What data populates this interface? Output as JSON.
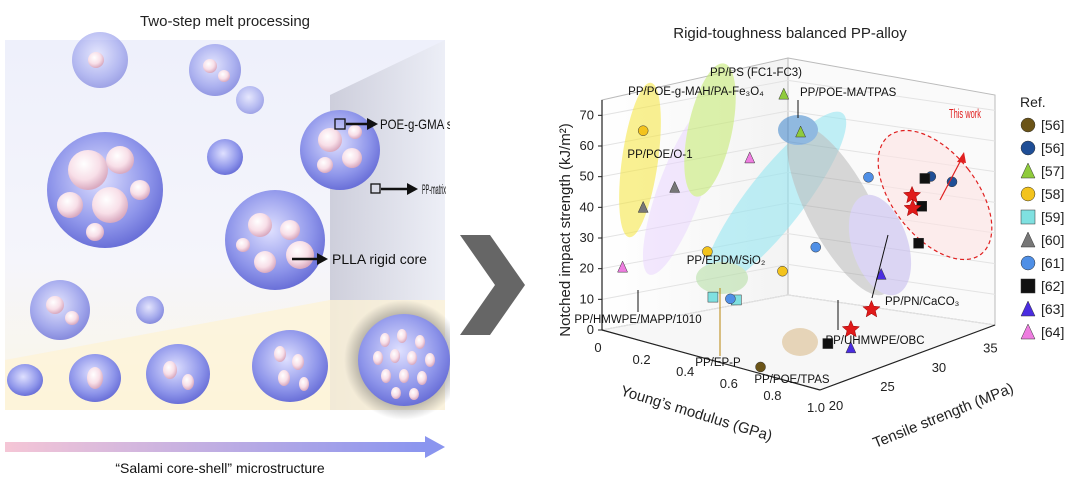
{
  "left_panel": {
    "title": "Two-step melt processing",
    "annotations": {
      "shell": "POE-g-GMA soft shell",
      "matrix": "PP-matrix",
      "core": "PLLA rigid core"
    },
    "bottom_caption": "“Salami core-shell” microstructure"
  },
  "chart_data": {
    "type": "scatter",
    "subtype": "3d-scatter",
    "title": "Rigid-toughness balanced PP-alloy",
    "xlabel": "Young’s modulus (GPa)",
    "ylabel": "Tensile strength (MPa)",
    "zlabel": "Notched impact strength (kJ/m²)",
    "x_ticks": [
      "0",
      "0.2",
      "0.4",
      "0.6",
      "0.8",
      "1.0"
    ],
    "y_ticks": [
      "20",
      "25",
      "30",
      "35"
    ],
    "z_ticks": [
      "0",
      "10",
      "20",
      "30",
      "40",
      "50",
      "60",
      "70"
    ],
    "xlim": [
      0,
      1.0
    ],
    "ylim": [
      20,
      37
    ],
    "zlim": [
      0,
      75
    ],
    "legend_position": "right",
    "legend_title": "Ref.",
    "this_work_label": "This work",
    "series": [
      {
        "name": "[56]",
        "color": "#6b5417",
        "marker": "circle",
        "points": [
          [
            0.68,
            21,
            0
          ]
        ]
      },
      {
        "name": "[56]",
        "color": "#1f4e96",
        "marker": "circle",
        "points": [
          [
            0.8,
            35,
            47
          ],
          [
            0.85,
            36,
            45
          ]
        ]
      },
      {
        "name": "[57]",
        "color": "#8fcb3c",
        "marker": "triangle",
        "points": [
          [
            0.22,
            33,
            65
          ],
          [
            0.25,
            34,
            52
          ]
        ]
      },
      {
        "name": "[58]",
        "color": "#f3c31c",
        "marker": "circle",
        "points": [
          [
            0.0,
            24,
            60
          ],
          [
            0.2,
            26,
            22
          ],
          [
            0.45,
            28,
            18
          ]
        ]
      },
      {
        "name": "[59]",
        "color": "#7fe0e0",
        "marker": "square",
        "points": [
          [
            0.32,
            24,
            12
          ],
          [
            0.38,
            25,
            11
          ]
        ]
      },
      {
        "name": "[60]",
        "color": "#777777",
        "marker": "triangle",
        "points": [
          [
            0.05,
            26,
            40
          ],
          [
            0.0,
            24,
            35
          ]
        ]
      },
      {
        "name": "[61]",
        "color": "#4f8fe6",
        "marker": "circle",
        "points": [
          [
            0.75,
            30,
            52
          ],
          [
            0.65,
            27,
            31
          ],
          [
            0.4,
            24,
            13
          ]
        ]
      },
      {
        "name": "[62]",
        "color": "#111111",
        "marker": "square",
        "points": [
          [
            0.82,
            34,
            48
          ],
          [
            0.9,
            32,
            43
          ],
          [
            0.98,
            30,
            35
          ],
          [
            0.8,
            25,
            5
          ]
        ]
      },
      {
        "name": "[63]",
        "color": "#4a2ce0",
        "marker": "triangle",
        "points": [
          [
            0.95,
            27,
            28
          ],
          [
            1.0,
            23,
            10
          ]
        ]
      },
      {
        "name": "[64]",
        "color": "#ee7de0",
        "marker": "triangle",
        "points": [
          [
            0.0,
            22,
            18
          ],
          [
            0.3,
            28,
            52
          ]
        ]
      }
    ],
    "this_work_points": [
      [
        0.95,
        30,
        50
      ],
      [
        1.0,
        29,
        48
      ],
      [
        1.0,
        25,
        20
      ],
      [
        1.0,
        23,
        16
      ]
    ],
    "callouts": [
      {
        "text": "PP/PS (FC1-FC3)",
        "color": "#111111"
      },
      {
        "text": "PP/POE-MA/TPAS",
        "color": "#111111"
      },
      {
        "text": "PP/POE-g-MAH/PA-Fe₃O₄",
        "color": "#b8860b"
      },
      {
        "text": "PP/POE/O-1",
        "color": "#b8860b"
      },
      {
        "text": "PP/EPDM/SiO₂",
        "color": "#b8860b"
      },
      {
        "text": "PP/HMWPE/MAPP/1010",
        "color": "#111111"
      },
      {
        "text": "PP/EP-P",
        "color": "#b8860b"
      },
      {
        "text": "PP/POE/TPAS",
        "color": "#111111"
      },
      {
        "text": "PP/UHMWPE/OBC",
        "color": "#111111"
      },
      {
        "text": "PP/PN/CaCO₃",
        "color": "#111111"
      }
    ]
  }
}
